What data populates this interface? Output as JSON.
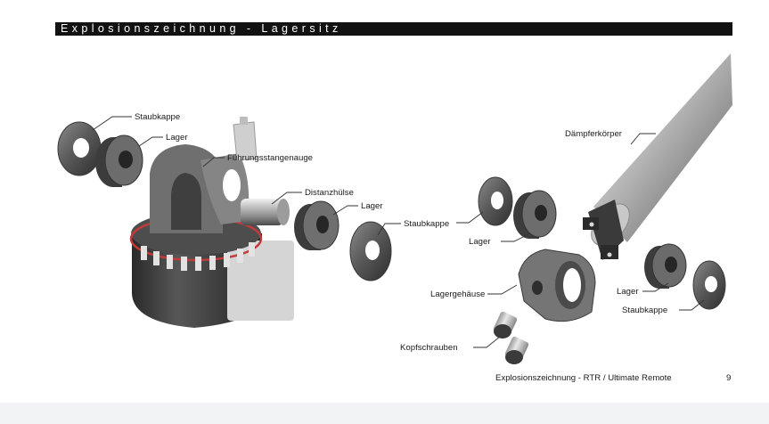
{
  "header": {
    "title": "Explosionszeichnung - Lagersitz"
  },
  "labels": {
    "staubkappe_top": "Staubkappe",
    "lager_top": "Lager",
    "fuehrungsstangenauge": "Führungsstangenauge",
    "distanzhuelse": "Distanzhülse",
    "lager_mid": "Lager",
    "staubkappe_mid": "Staubkappe",
    "daempferkoerper": "Dämpferkörper",
    "lager_right": "Lager",
    "lagergehaeuse": "Lagergehäuse",
    "lager_lower": "Lager",
    "staubkappe_lower": "Staubkappe",
    "kopfschrauben": "Kopfschrauben"
  },
  "footer": {
    "text": "Explosionszeichnung - RTR / Ultimate Remote",
    "page_number": "9"
  }
}
